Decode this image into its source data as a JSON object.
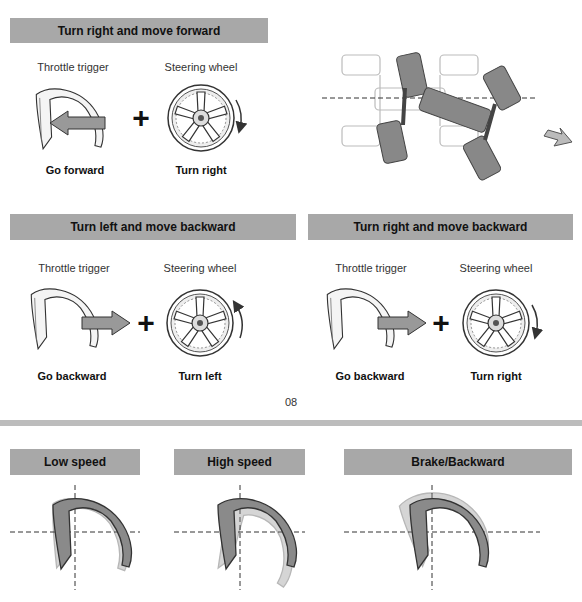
{
  "diagram": {
    "nodes": [
      {
        "text": [
          "Turn right and move forward"
        ]
      },
      {
        "text": [
          "Turn left and move backward"
        ]
      },
      {
        "text": [
          "Turn right and move backward"
        ]
      },
      {
        "text": [
          "Low speed"
        ]
      },
      {
        "text": [
          "High speed"
        ]
      },
      {
        "text": [
          "Brake/Backward"
        ]
      }
    ],
    "labels": [
      "Throttle trigger",
      "Steering wheel",
      "+",
      "Go forward",
      "Turn right",
      "Throttle trigger",
      "Steering wheel",
      "+",
      "Go backward",
      "Turn left",
      "Throttle trigger",
      "Steering wheel",
      "+",
      "Go backward",
      "Turn right",
      "08"
    ]
  }
}
